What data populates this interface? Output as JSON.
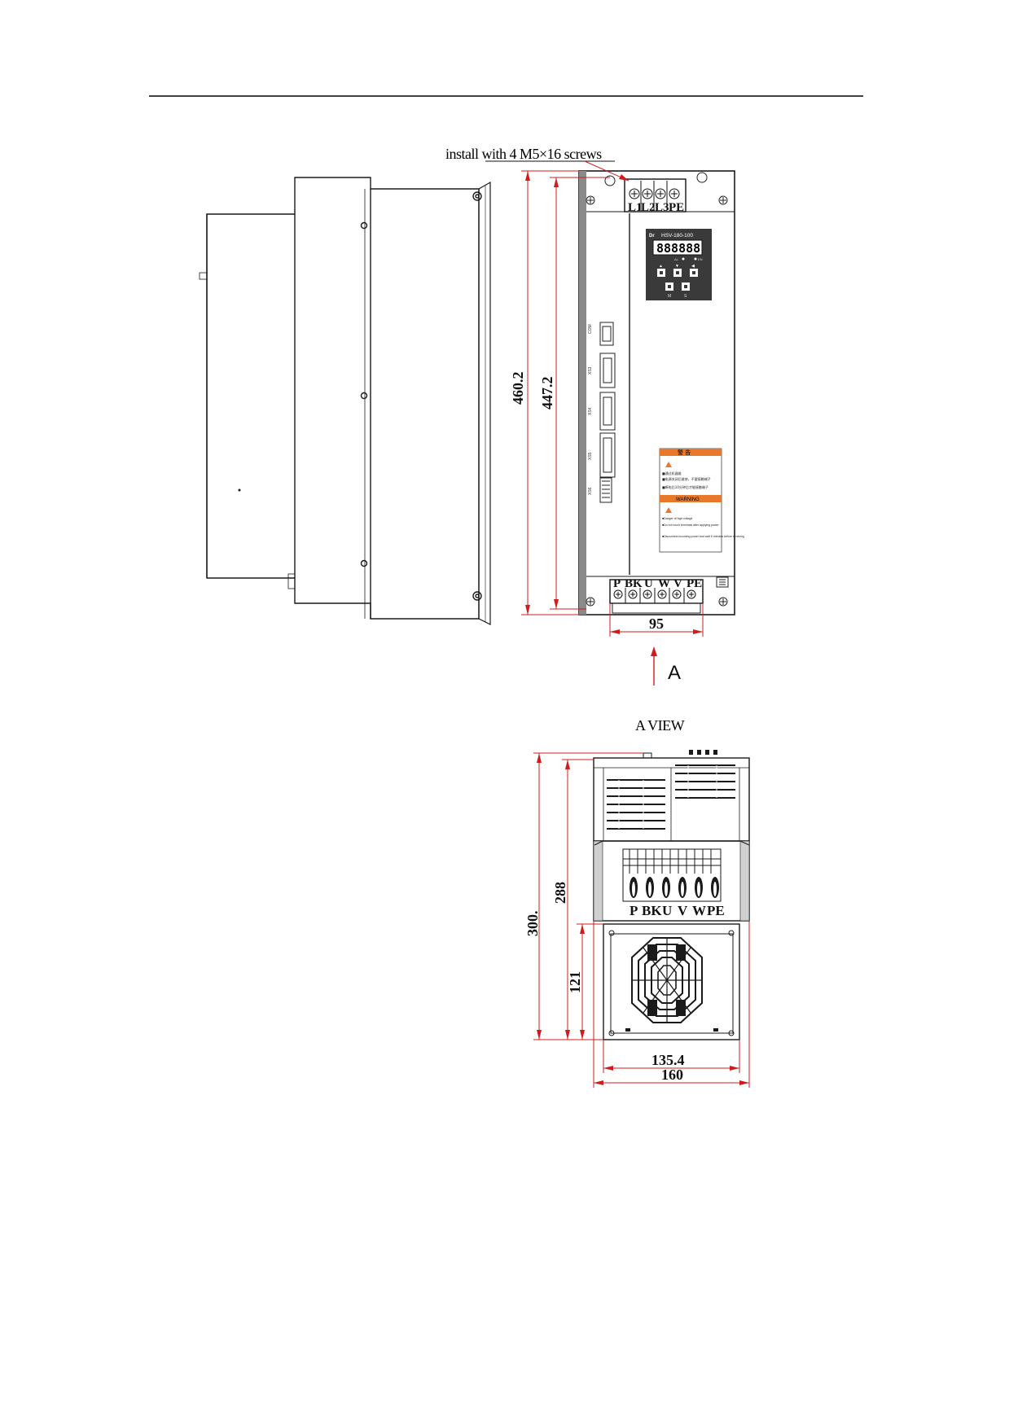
{
  "header": {
    "rule": true
  },
  "top_view": {
    "install_note": "install with 4 M5×16 screws",
    "dim_overall_height": "460.2",
    "dim_mount_height": "447.2",
    "dim_terminal_width": "95",
    "top_terminals": [
      "L1",
      "L2",
      "L3",
      "PE"
    ],
    "bottom_terminals": [
      "P",
      "BK",
      "U",
      "W",
      "V",
      "PE"
    ],
    "panel_model": "HSV-180-100",
    "display_digits": "888888",
    "status_leds": [
      "AL",
      "EN"
    ],
    "key_labels": [
      "M",
      "S"
    ],
    "warning_header_cn": "警 告",
    "warning_header_en": "WARNING",
    "warning_lines_cn": [
      "■通过机器维",
      "■电源关闭后维修，不要接触端子",
      "■断电后10分钟后才能接触端子"
    ],
    "warning_lines_en": [
      "■Danger of high voltage",
      "■Do not touch terminals after applying power",
      "■Disconnect incoming power and wait 5 minutes before servicing"
    ]
  },
  "view_arrow": {
    "label": "A"
  },
  "a_view": {
    "title": "A VIEW",
    "dim_overall_height": "300.",
    "dim_mid_height": "288",
    "dim_fan_height": "121",
    "dim_inner_width": "135.4",
    "dim_outer_width": "160",
    "terminals": [
      "P",
      "BK",
      "U",
      "V",
      "W",
      "PE"
    ]
  },
  "colors": {
    "dimension": "#d01c1c",
    "outline": "#1a1a1a",
    "panel": "#3a3a3a",
    "warning_orange": "#e8782a"
  }
}
